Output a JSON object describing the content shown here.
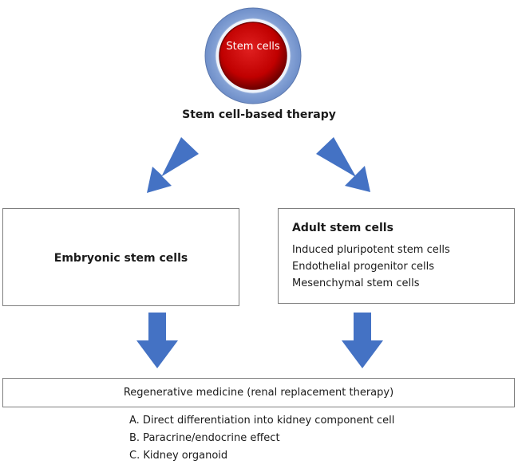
{
  "source_node": {
    "label": "Stem cells"
  },
  "title": "Stem cell-based therapy",
  "branches": {
    "embryonic": {
      "label": "Embryonic stem cells"
    },
    "adult": {
      "label": "Adult stem cells",
      "items": [
        "Induced pluripotent stem cells",
        "Endothelial progenitor cells",
        "Mesenchymal stem cells"
      ]
    }
  },
  "outcome": {
    "label": "Regenerative medicine (renal replacement therapy)",
    "effects": [
      "A. Direct differentiation into kidney component cell",
      "B. Paracrine/endocrine effect",
      "C. Kidney organoid"
    ]
  },
  "colors": {
    "arrow": "#4472c4",
    "circle_outer": "#8eaadb",
    "circle_inner": "#c00000",
    "box_border": "#7f7f7f"
  }
}
